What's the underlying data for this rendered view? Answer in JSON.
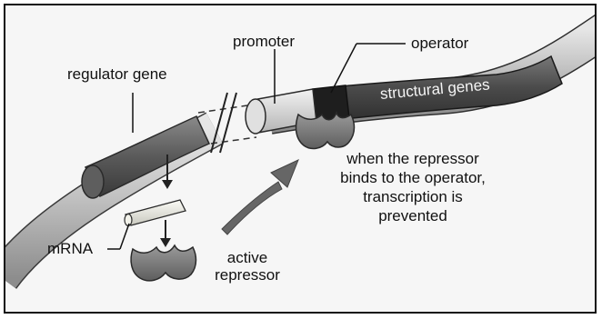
{
  "labels": {
    "regulator_gene": "regulator gene",
    "promoter": "promoter",
    "operator": "operator",
    "structural_genes": "structural genes",
    "mrna": "mRNA",
    "active_repressor_line1": "active",
    "active_repressor_line2": "repressor",
    "caption_line1": "when the repressor",
    "caption_line2": "binds to the operator,",
    "caption_line3": "transcription is",
    "caption_line4": "prevented"
  },
  "colors": {
    "dna_strand": "#b9b9b9",
    "regulator_gene": "#6b6b6b",
    "promoter": "#d9d9d9",
    "operator": "#1e1e1e",
    "structural_genes": "#4d4d4d",
    "mrna": "#ebebe4",
    "repressor": "#7d7d7d",
    "arrow": "#666666"
  },
  "icons": [
    "break-mark-icon",
    "curved-arrow-icon",
    "down-arrow-icon",
    "repressor-protein-icon"
  ]
}
